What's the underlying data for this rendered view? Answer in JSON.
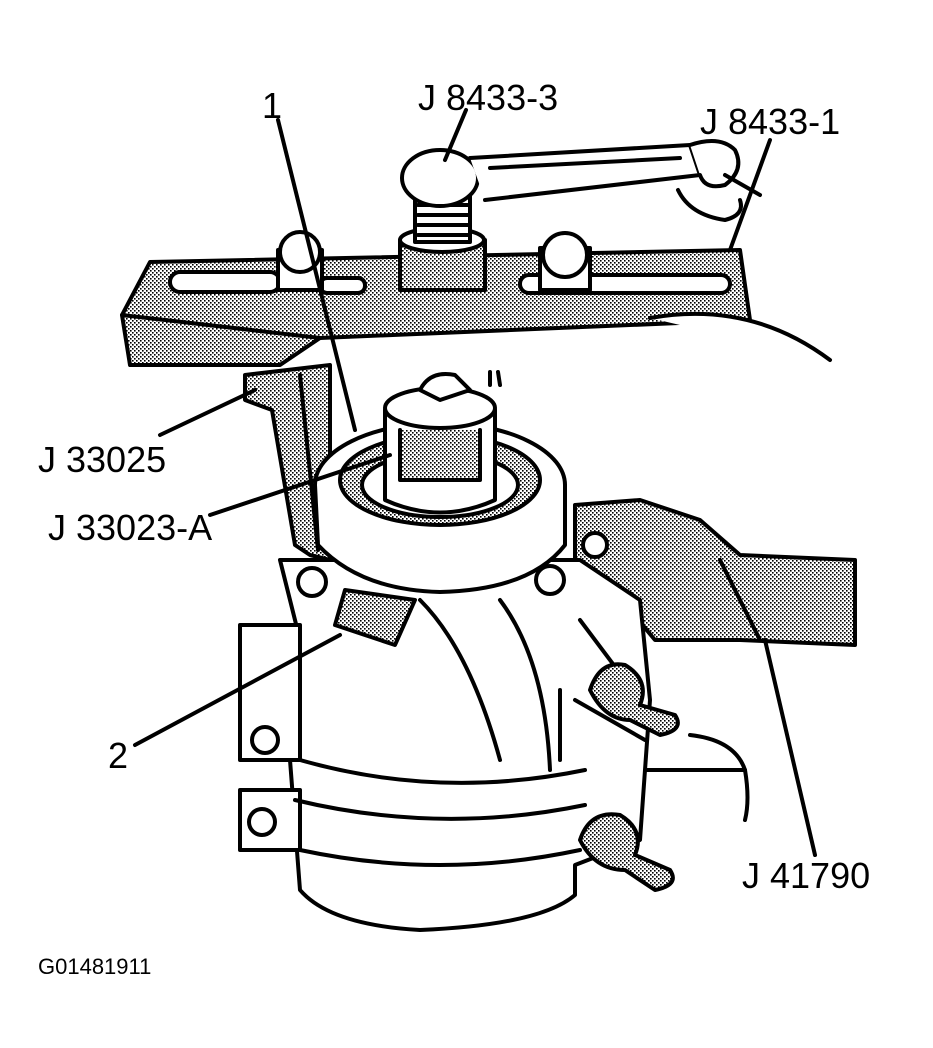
{
  "callouts": {
    "item_1": "1",
    "item_2": "2",
    "j8433_3": "J 8433-3",
    "j8433_1": "J 8433-1",
    "j33025": "J 33025",
    "j33023_a": "J 33023-A",
    "j41790": "J 41790"
  },
  "figure_id": "G01481911",
  "colors": {
    "ink": "#000000",
    "shade": "#9a9a9a",
    "paper": "#ffffff"
  }
}
